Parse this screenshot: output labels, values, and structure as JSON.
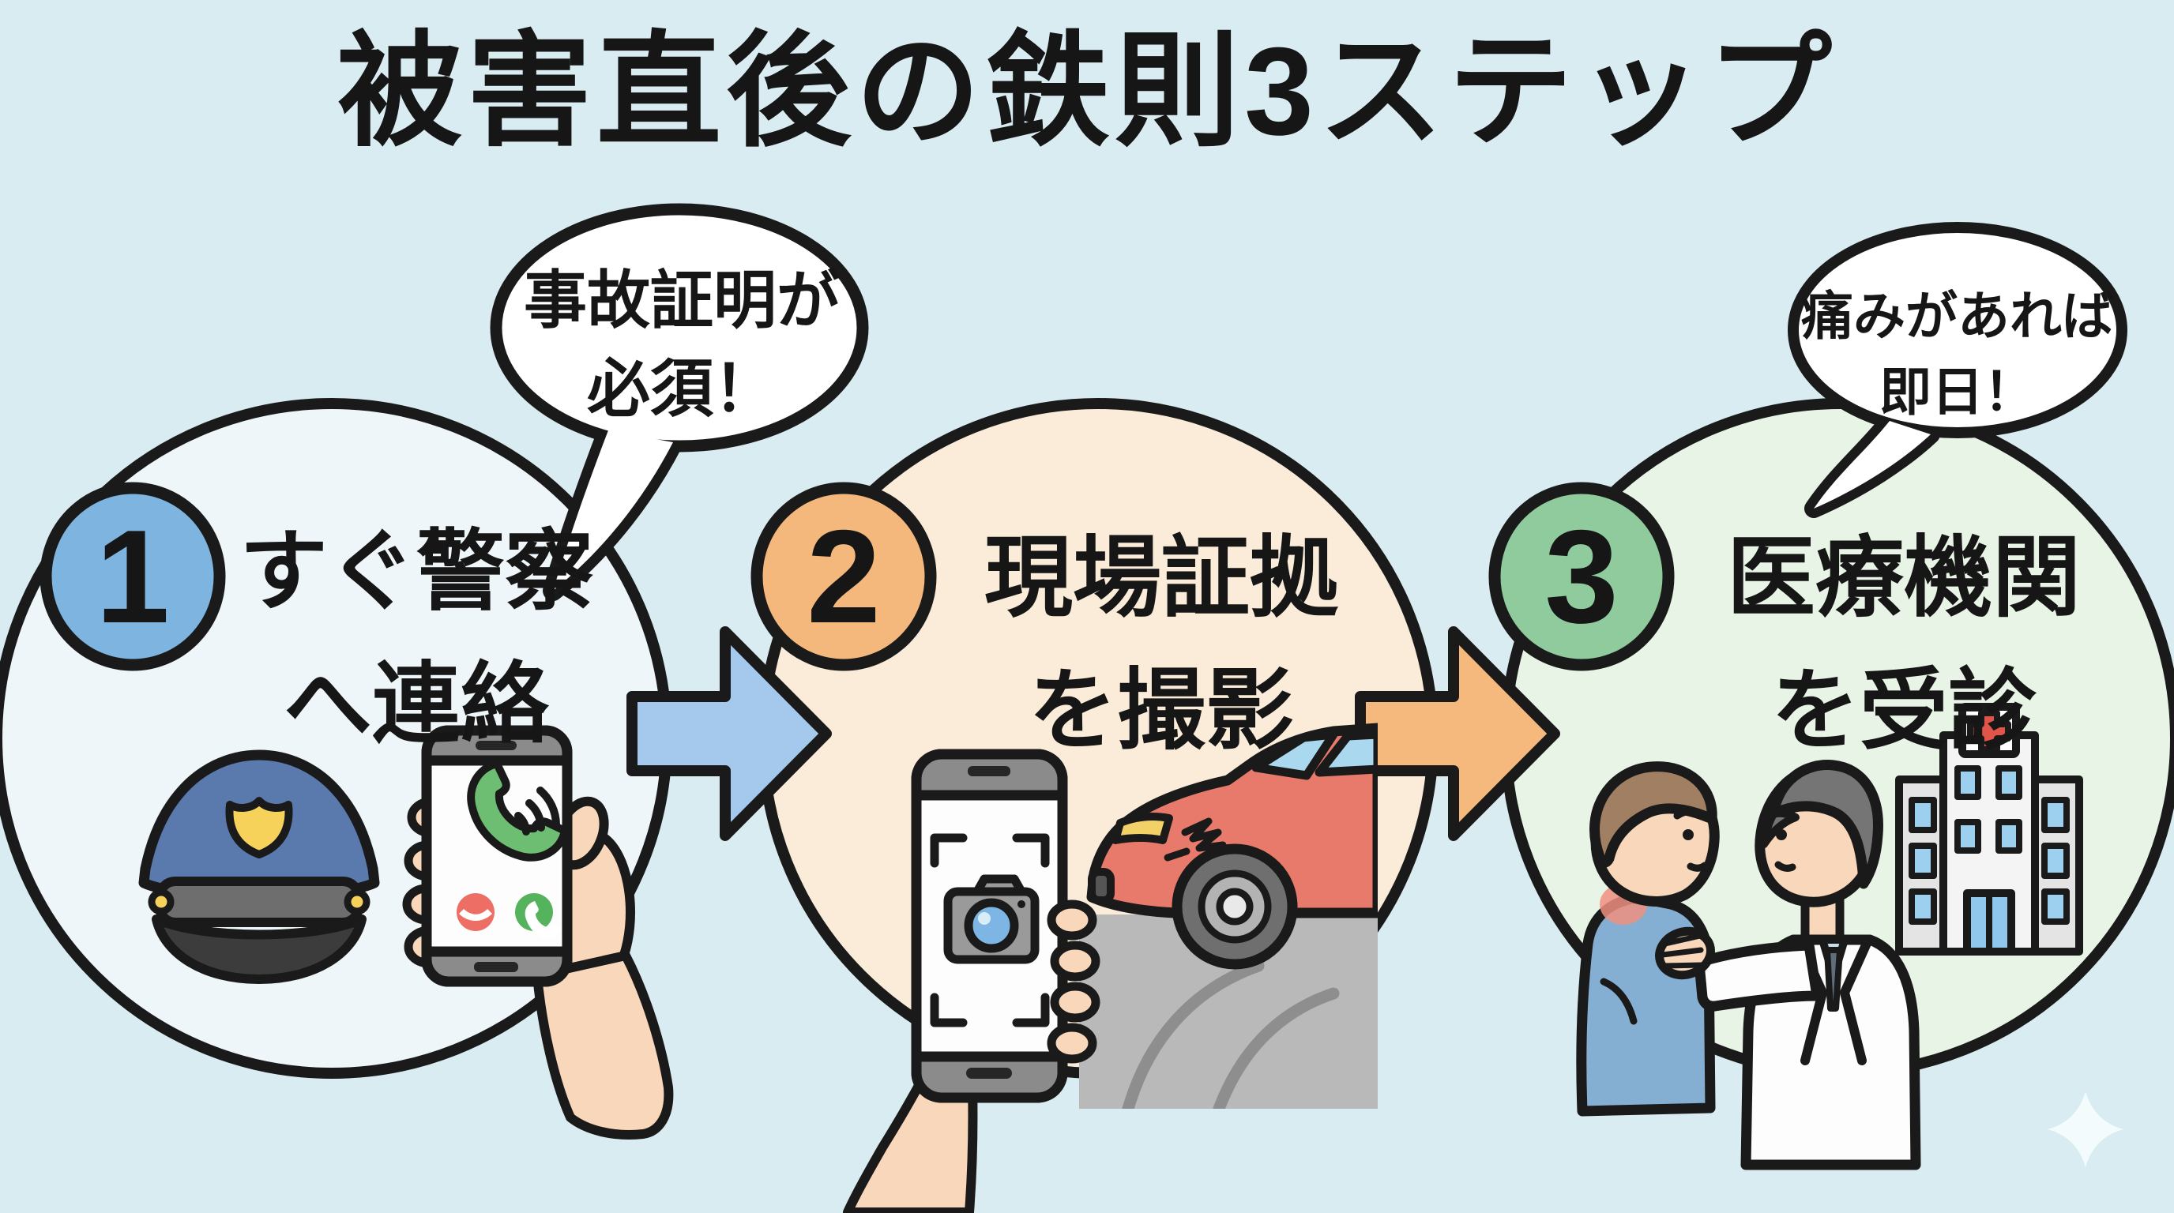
{
  "title": "被害直後の鉄則3ステップ",
  "steps": [
    {
      "number": "1",
      "label_line1": "すぐ警察",
      "label_line2": "へ連絡",
      "bubble_line1": "事故証明が",
      "bubble_line2": "必須！",
      "icons": [
        "police-cap",
        "phone-call"
      ]
    },
    {
      "number": "2",
      "label_line1": "現場証拠",
      "label_line2": "を撮影",
      "icons": [
        "camera-phone",
        "damaged-car",
        "road"
      ]
    },
    {
      "number": "3",
      "label_line1": "医療機関",
      "label_line2": "を受診",
      "bubble_line1": "痛みがあれば",
      "bubble_line2": "即日！",
      "icons": [
        "doctor-examining-patient",
        "hospital-building"
      ]
    }
  ],
  "colors": {
    "background": "#d9ecf2",
    "outline": "#1a1a1a",
    "circle1_fill": "#eef6fa",
    "circle2_fill": "#fbecda",
    "circle3_fill": "#e8f5e6",
    "badge1_fill": "#7db4e0",
    "badge2_fill": "#f4b87c",
    "badge3_fill": "#90cb9e",
    "arrow1_fill": "#a5c9ec",
    "arrow2_fill": "#f5b97e",
    "bubble_fill": "#ffffff"
  }
}
